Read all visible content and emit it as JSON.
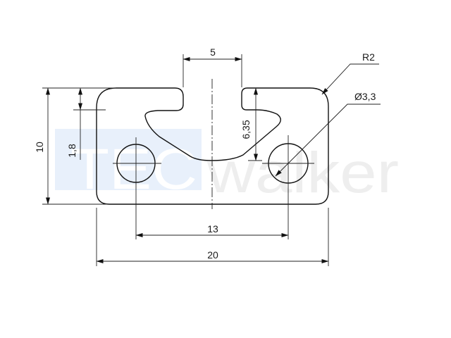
{
  "watermark": {
    "part1": "TEC",
    "part2": "walker",
    "box_color": "#e8f0fb",
    "text_color": "#eeeeee"
  },
  "dimensions": {
    "slot_width": "5",
    "corner_radius": "R2",
    "hole_diameter": "Ø3,3",
    "height_total": "10",
    "lip_height": "1,8",
    "slot_depth": "6,35",
    "hole_spacing": "13",
    "width_total": "20"
  }
}
